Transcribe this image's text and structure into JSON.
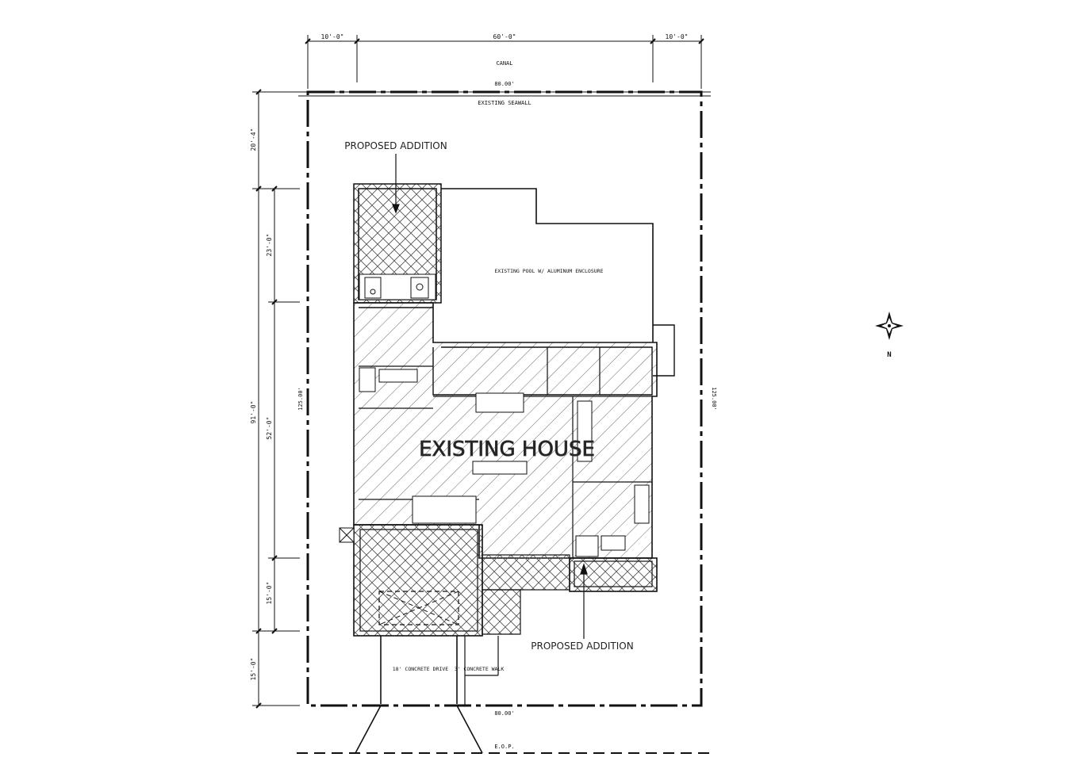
{
  "dimensions": {
    "top_left": "10'-0\"",
    "top_center": "60'-0\"",
    "top_right": "10'-0\"",
    "left_overall": "20'-4\"",
    "left_total": "91'-0\"",
    "left_a": "23'-0\"",
    "left_b": "52'-0\"",
    "left_c": "15'-0\"",
    "left_d": "15'-0\"",
    "lot_width_top": "80.00'",
    "lot_width_bottom": "80.00'",
    "lot_depth_left": "125.00'",
    "lot_depth_right": "125.00'"
  },
  "labels": {
    "canal": "CANAL",
    "seawall": "EXISTING SEAWALL",
    "proposed_addition_top": "PROPOSED ADDITION",
    "proposed_addition_bottom": "PROPOSED ADDITION",
    "pool": "EXISTING POOL W/ ALUMINUM ENCLOSURE",
    "existing_house": "EXISTING HOUSE",
    "drive": "18' CONCRETE DRIVE",
    "walk": "3' CONCRETE WALK",
    "edp": "E.O.P.",
    "north": "N"
  },
  "colors": {
    "line": "#111111",
    "hatch": "#444444",
    "background": "#ffffff"
  }
}
